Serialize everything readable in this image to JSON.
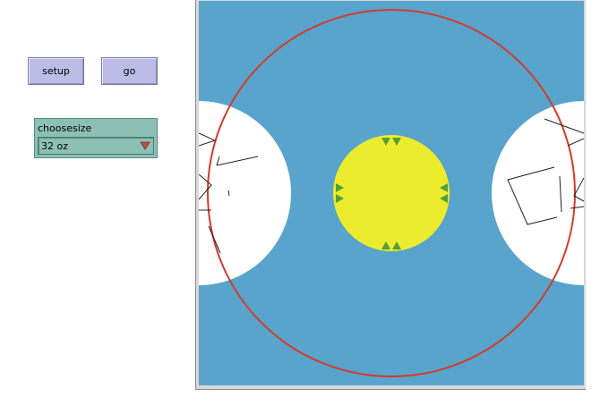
{
  "buttons": {
    "setup": "setup",
    "go": "go"
  },
  "chooser": {
    "label": "choosesize",
    "value": "32 oz"
  },
  "view": {
    "background": "#58a4cc",
    "ring_color": "#d23c2c",
    "center_color": "#ecec2e",
    "bubble_color": "#ffffff",
    "agent_color": "#55a035"
  }
}
